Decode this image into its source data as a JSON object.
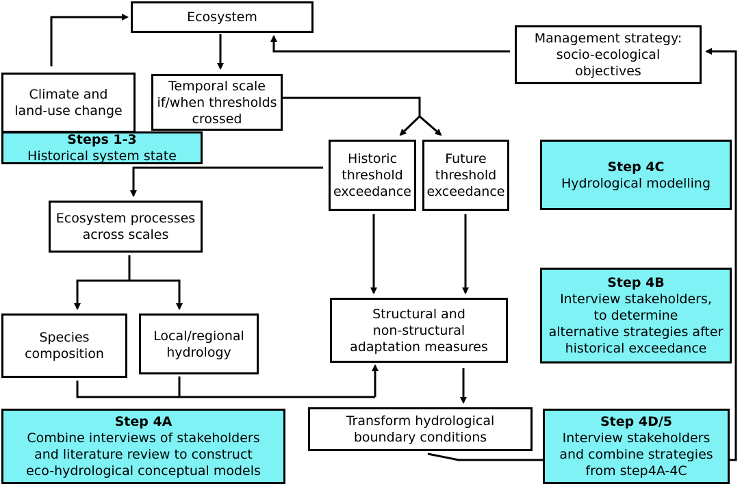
{
  "boxes": {
    "ecosystem": [
      "Ecosystem"
    ],
    "management": [
      "Management strategy:",
      "socio-ecological",
      "objectives"
    ],
    "climate": [
      "Climate and",
      "land-use change"
    ],
    "temporal": [
      "Temporal scale",
      "if/when thresholds",
      "crossed"
    ],
    "historic": [
      "Historic",
      "threshold",
      "exceedance"
    ],
    "future": [
      "Future",
      "threshold",
      "exceedance"
    ],
    "processes": [
      "Ecosystem processes",
      "across scales"
    ],
    "species": [
      "Species",
      "composition"
    ],
    "hydrology": [
      "Local/regional",
      "hydrology"
    ],
    "adaptation": [
      "Structural and",
      "non-structural",
      "adaptation measures"
    ],
    "transform": [
      "Transform hydrological",
      "boundary conditions"
    ]
  },
  "steps": {
    "s13": {
      "title": "Steps 1-3",
      "lines": [
        "Historical system state"
      ]
    },
    "s4c": {
      "title": "Step 4C",
      "lines": [
        "Hydrological modelling"
      ]
    },
    "s4b": {
      "title": "Step 4B",
      "lines": [
        "Interview stakeholders,",
        "to determine",
        "alternative strategies after",
        "historical exceedance"
      ]
    },
    "s4a": {
      "title": "Step 4A",
      "lines": [
        "Combine interviews of stakeholders",
        "and literature review to construct",
        "eco-hydrological conceptual models"
      ]
    },
    "s4d5": {
      "title": "Step 4D/5",
      "lines": [
        "Interview stakeholders",
        "and combine strategies",
        "from step4A-4C"
      ]
    }
  },
  "colors": {
    "step_fill": "#7ff2f5",
    "stroke": "#000000"
  }
}
